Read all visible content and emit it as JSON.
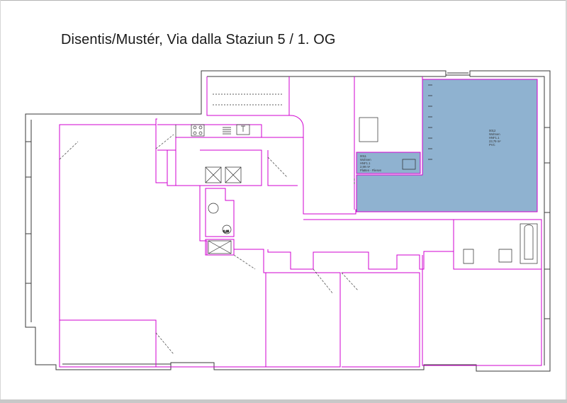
{
  "title": "Disentis/Mustér, Via dalla Staziun 5 / 1. OG",
  "colors": {
    "wall_outer": "#3a3a3a",
    "wall_inner": "#d000d0",
    "highlight_fill": "#8fb2d0",
    "fixtures": "#2a2a2a"
  },
  "rooms": {
    "room_a": {
      "number": "0011",
      "name": "Wohnen",
      "category": "HNF1.1",
      "area": "2,99 m²",
      "floor": "Platten - Fliesen"
    },
    "room_b": {
      "number": "0012",
      "name": "Wohnen",
      "category": "HNF1.1",
      "area": "23,79 m²",
      "floor": "PVC"
    }
  },
  "marks": {
    "level": "0,25"
  }
}
